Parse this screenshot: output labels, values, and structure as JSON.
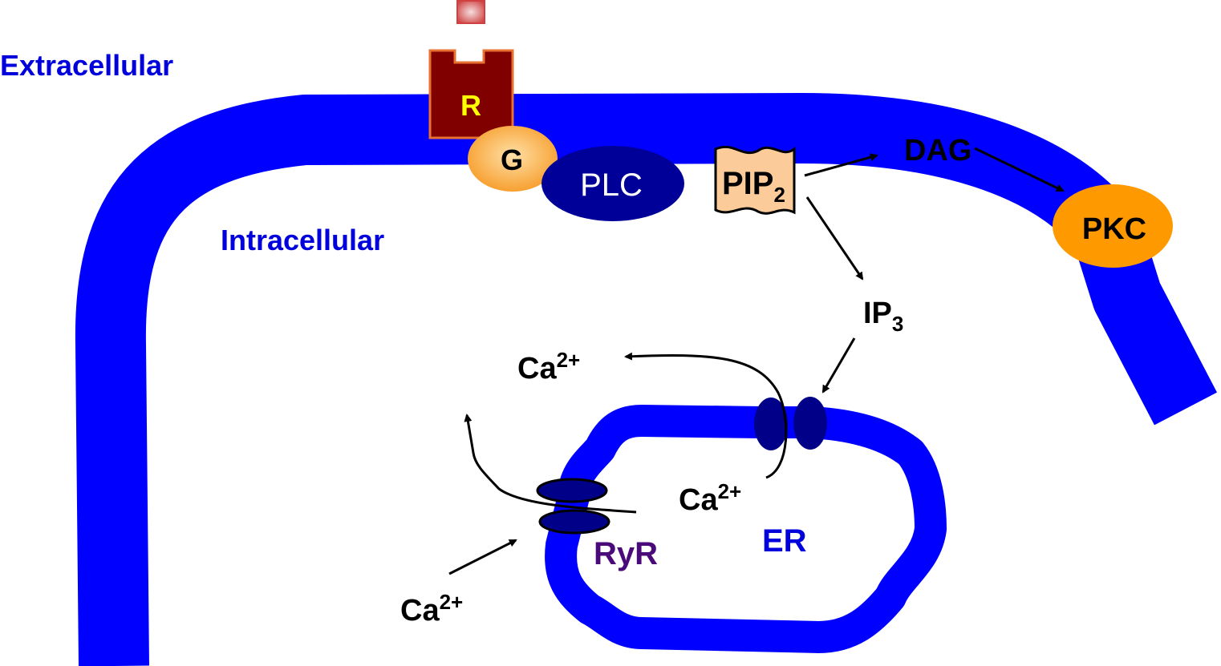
{
  "labels": {
    "extracellular": "Extracellular",
    "intracellular": "Intracellular",
    "receptor": "R",
    "g_protein": "G",
    "plc": "PLC",
    "pip2": "PIP",
    "pip2_sub": "2",
    "dag": "DAG",
    "pkc": "PKC",
    "ip3": "IP",
    "ip3_sub": "3",
    "ca_top": "Ca",
    "ca_top_sup": "2+",
    "ca_mid": "Ca",
    "ca_mid_sup": "2+",
    "ca_bottom": "Ca",
    "ca_bottom_sup": "2+",
    "ryr": "RyR",
    "er": "ER"
  },
  "colors": {
    "membrane": "#0000ff",
    "label_blue": "#0000dd",
    "receptor": "#800000",
    "receptor_text": "#ffff00",
    "g_protein": "#f7a030",
    "plc": "#000099",
    "pip2": "#fccb9a",
    "pkc": "#ff9900",
    "channel": "#000088",
    "ryr_text": "#4b0a7a"
  }
}
